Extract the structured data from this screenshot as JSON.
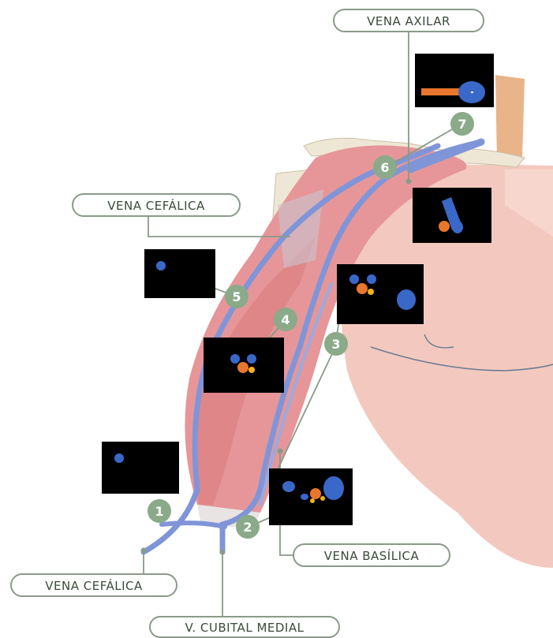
{
  "labels": {
    "vena_axilar": "VENA AXILAR",
    "vena_cefalica_upper": "VENA CEFÁLICA",
    "vena_cefalica_lower": "VENA CEFÁLICA",
    "vena_basilica": "VENA BASÍLICA",
    "v_cubital_medial": "V. CUBITAL MEDIAL"
  },
  "markers": [
    "1",
    "2",
    "3",
    "4",
    "5",
    "6",
    "7"
  ],
  "colors": {
    "vein": "#8095d8",
    "vein_dark": "#5a72c8",
    "artery_dot": "#e9762d",
    "nerve_dot": "#f2b31b",
    "skin": "#f0c2b8",
    "muscle": "#e38a8c",
    "bone": "#efe7d5",
    "marker": "#8aaa8a",
    "label_border": "#8a9a8a"
  }
}
